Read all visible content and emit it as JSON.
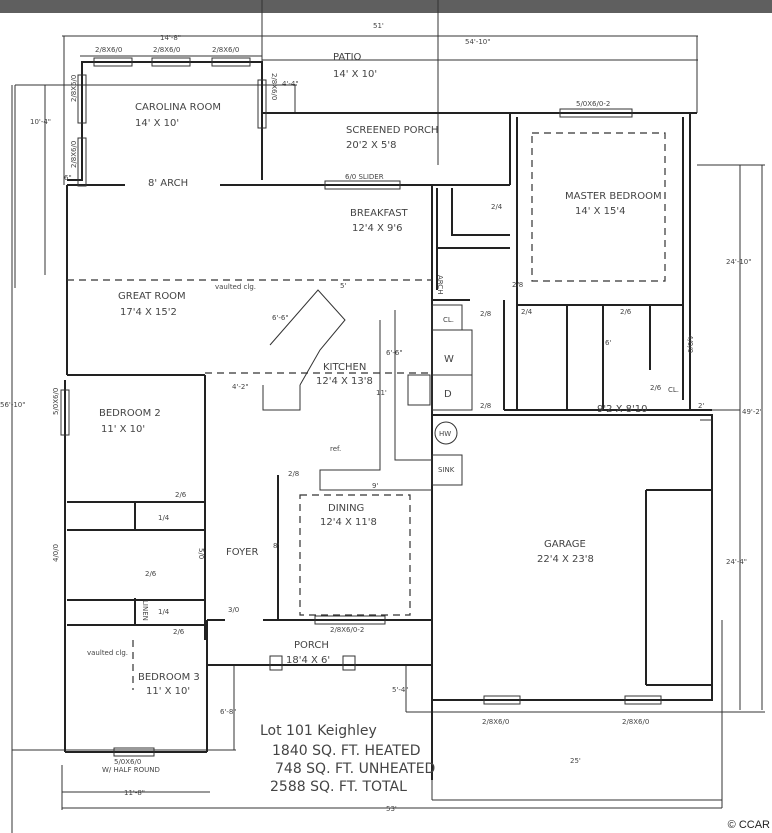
{
  "rooms": {
    "patio": {
      "name": "PATIO",
      "size": "14' X 10'"
    },
    "carolina": {
      "name": "CAROLINA ROOM",
      "size": "14' X 10'"
    },
    "screened_porch": {
      "name": "SCREENED PORCH",
      "size": "20'2 X 5'8"
    },
    "master": {
      "name": "MASTER BEDROOM",
      "size": "14' X 15'4"
    },
    "breakfast": {
      "name": "BREAKFAST",
      "size": "12'4 X 9'6"
    },
    "great_room": {
      "name": "GREAT ROOM",
      "size": "17'4 X 15'2"
    },
    "kitchen": {
      "name": "KITCHEN",
      "size": "12'4 X 13'8"
    },
    "bedroom2": {
      "name": "BEDROOM 2",
      "size": "11' X 10'"
    },
    "dining": {
      "name": "DINING",
      "size": "12'4 X 11'8"
    },
    "foyer": {
      "name": "FOYER"
    },
    "garage": {
      "name": "GARAGE",
      "size": "22'4 X 23'8"
    },
    "porch": {
      "name": "PORCH",
      "size": "18'4 X 6'"
    },
    "bedroom3": {
      "name": "BEDROOM 3",
      "size": "11' X 10'"
    },
    "master_bath": {
      "size": "9'2 X 8'10"
    }
  },
  "labels": {
    "arch8": "8' ARCH",
    "slider": "6/0 SLIDER",
    "vaulted1": "vaulted clg.",
    "vaulted2": "vaulted clg.",
    "arch": "ARCH",
    "cl1": "CL.",
    "cl2": "CL.",
    "w": "W",
    "d": "D",
    "hw": "HW",
    "sink": "SINK",
    "ref": "ref.",
    "linen": "LINEN"
  },
  "windows": {
    "w1": "2/8X6/0",
    "w2": "2/8X6/0",
    "w3": "2/8X6/0",
    "w4": "2/8X6/0",
    "w5": "2/8X6/0",
    "w6": "2/8X6/0",
    "master_win": "5/0X6/0-2",
    "bed2_win": "5/0X6/0",
    "dining_win": "2/8X6/0-2",
    "garage_w1": "2/8X6/0",
    "garage_w2": "2/8X6/0",
    "bed3_win": "5/0X6/0",
    "bed3_win2": "W/ HALF ROUND",
    "bath_win": "4/0/0",
    "foyer_win": "5/0",
    "mbath_win": "4/0/0"
  },
  "doors": {
    "d24a": "2/4",
    "d28a": "2/8",
    "d28b": "2/8",
    "d24b": "2/4",
    "d26a": "2/6",
    "d26b": "2/6",
    "d28c": "2/8",
    "d28d": "2/8",
    "d26c": "2/6",
    "d14a": "1/4",
    "d26d": "2/6",
    "d14b": "1/4",
    "d26e": "2/6",
    "d30": "3/0"
  },
  "dimensions": {
    "total_width": "51'",
    "width_54": "54'-10\"",
    "carolina_w": "14'-8\"",
    "carolina_h": "10'-4\"",
    "carolina_off": "4'-4\"",
    "six": "6\"",
    "right_24_10": "24'-10\"",
    "right_49_2": "49'-2\"",
    "right_24_4": "24'-4\"",
    "left_56_10": "56'-10\"",
    "k_6_6a": "6'-6\"",
    "k_6_6b": "6'-6\"",
    "k_4_2": "4'-2\"",
    "k_11": "11'",
    "k_5": "5'",
    "k_9": "9'",
    "k_6": "6'",
    "k_8": "8'",
    "two": "2'",
    "porch_6_8": "6'-8\"",
    "porch_5_4": "5'-4\"",
    "garage_25": "25'",
    "bed_11_8": "11'-8\"",
    "bottom_53": "53'"
  },
  "notes": {
    "lot": "Lot 101 Keighley",
    "heated": "1840 SQ. FT. HEATED",
    "unheated": "748 SQ. FT. UNHEATED",
    "total": "2588 SQ. FT. TOTAL"
  },
  "copyright": "© CCAR"
}
